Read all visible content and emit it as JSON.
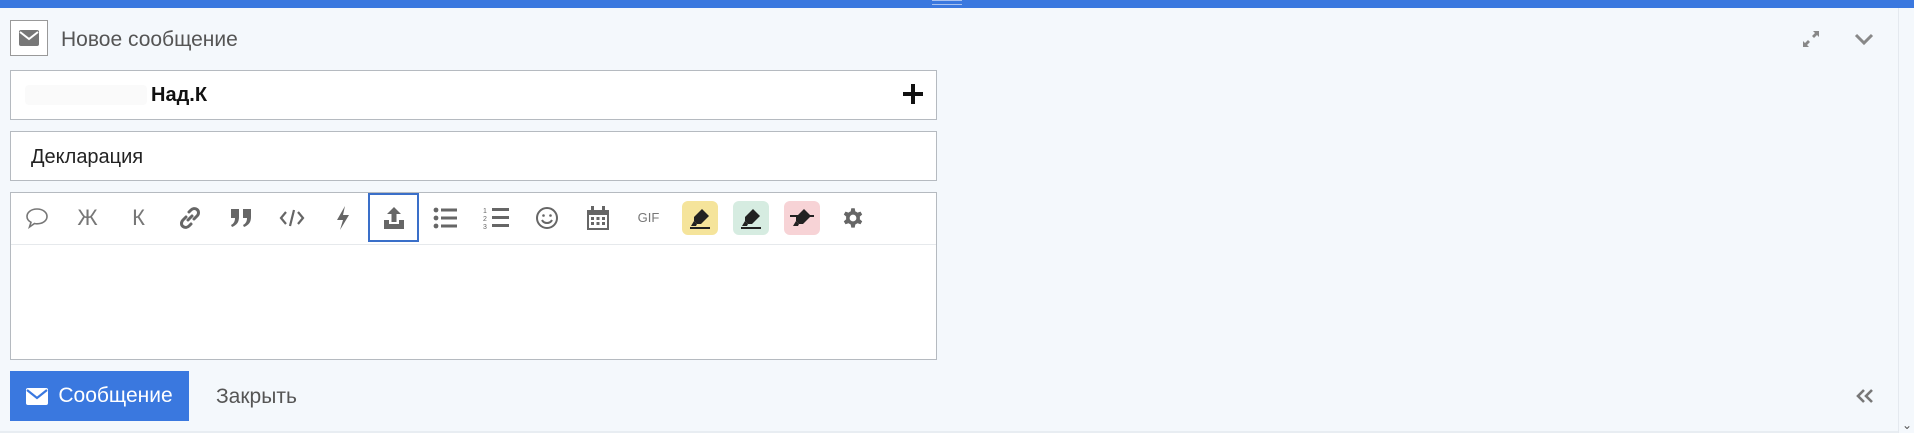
{
  "header": {
    "title": "Новое сообщение",
    "icon": "envelope-icon"
  },
  "recipient": {
    "name": "Над.К",
    "add_icon": "plus-icon"
  },
  "subject": {
    "value": "Декларация"
  },
  "toolbar": {
    "items": [
      {
        "name": "speech-bubble-icon"
      },
      {
        "name": "bold-button",
        "label": "Ж"
      },
      {
        "name": "italic-button",
        "label": "К"
      },
      {
        "name": "link-icon"
      },
      {
        "name": "quote-icon"
      },
      {
        "name": "code-icon"
      },
      {
        "name": "lightning-icon"
      },
      {
        "name": "upload-icon",
        "active": true
      },
      {
        "name": "bullet-list-icon"
      },
      {
        "name": "numbered-list-icon"
      },
      {
        "name": "smiley-icon"
      },
      {
        "name": "calendar-icon"
      },
      {
        "name": "gif-button",
        "label": "GIF"
      },
      {
        "name": "highlighter-yellow-icon",
        "color": "#f5e49b"
      },
      {
        "name": "highlighter-green-icon",
        "color": "#d6ece1"
      },
      {
        "name": "highlighter-red-icon",
        "color": "#f7d3d6"
      },
      {
        "name": "gear-icon"
      }
    ]
  },
  "footer": {
    "send_label": "Сообщение",
    "close_label": "Закрыть"
  },
  "colors": {
    "accent": "#3a78df",
    "active_border": "#3a6fc9"
  }
}
